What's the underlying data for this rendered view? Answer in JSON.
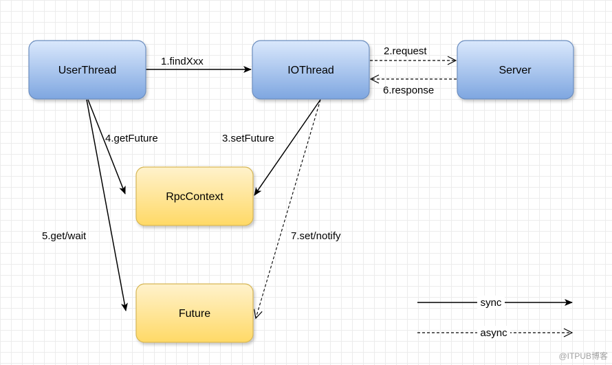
{
  "nodes": {
    "user_thread": "UserThread",
    "io_thread": "IOThread",
    "server": "Server",
    "rpc_context": "RpcContext",
    "future": "Future"
  },
  "edges": {
    "find": "1.findXxx",
    "request": "2.request",
    "set_future": "3.setFuture",
    "get_future": "4.getFuture",
    "get_wait": "5.get/wait",
    "response": "6.response",
    "set_notify": "7.set/notify"
  },
  "legend": {
    "sync": "sync",
    "async": "async"
  },
  "watermark": "@ITPUB博客",
  "colors": {
    "blue_node_top": "#dae8fc",
    "blue_node_bottom": "#7ea6e0",
    "blue_node_stroke": "#6c8ebf",
    "yellow_node_top": "#fff2cc",
    "yellow_node_bottom": "#ffd966",
    "yellow_node_stroke": "#d6b656",
    "line": "#000000"
  }
}
